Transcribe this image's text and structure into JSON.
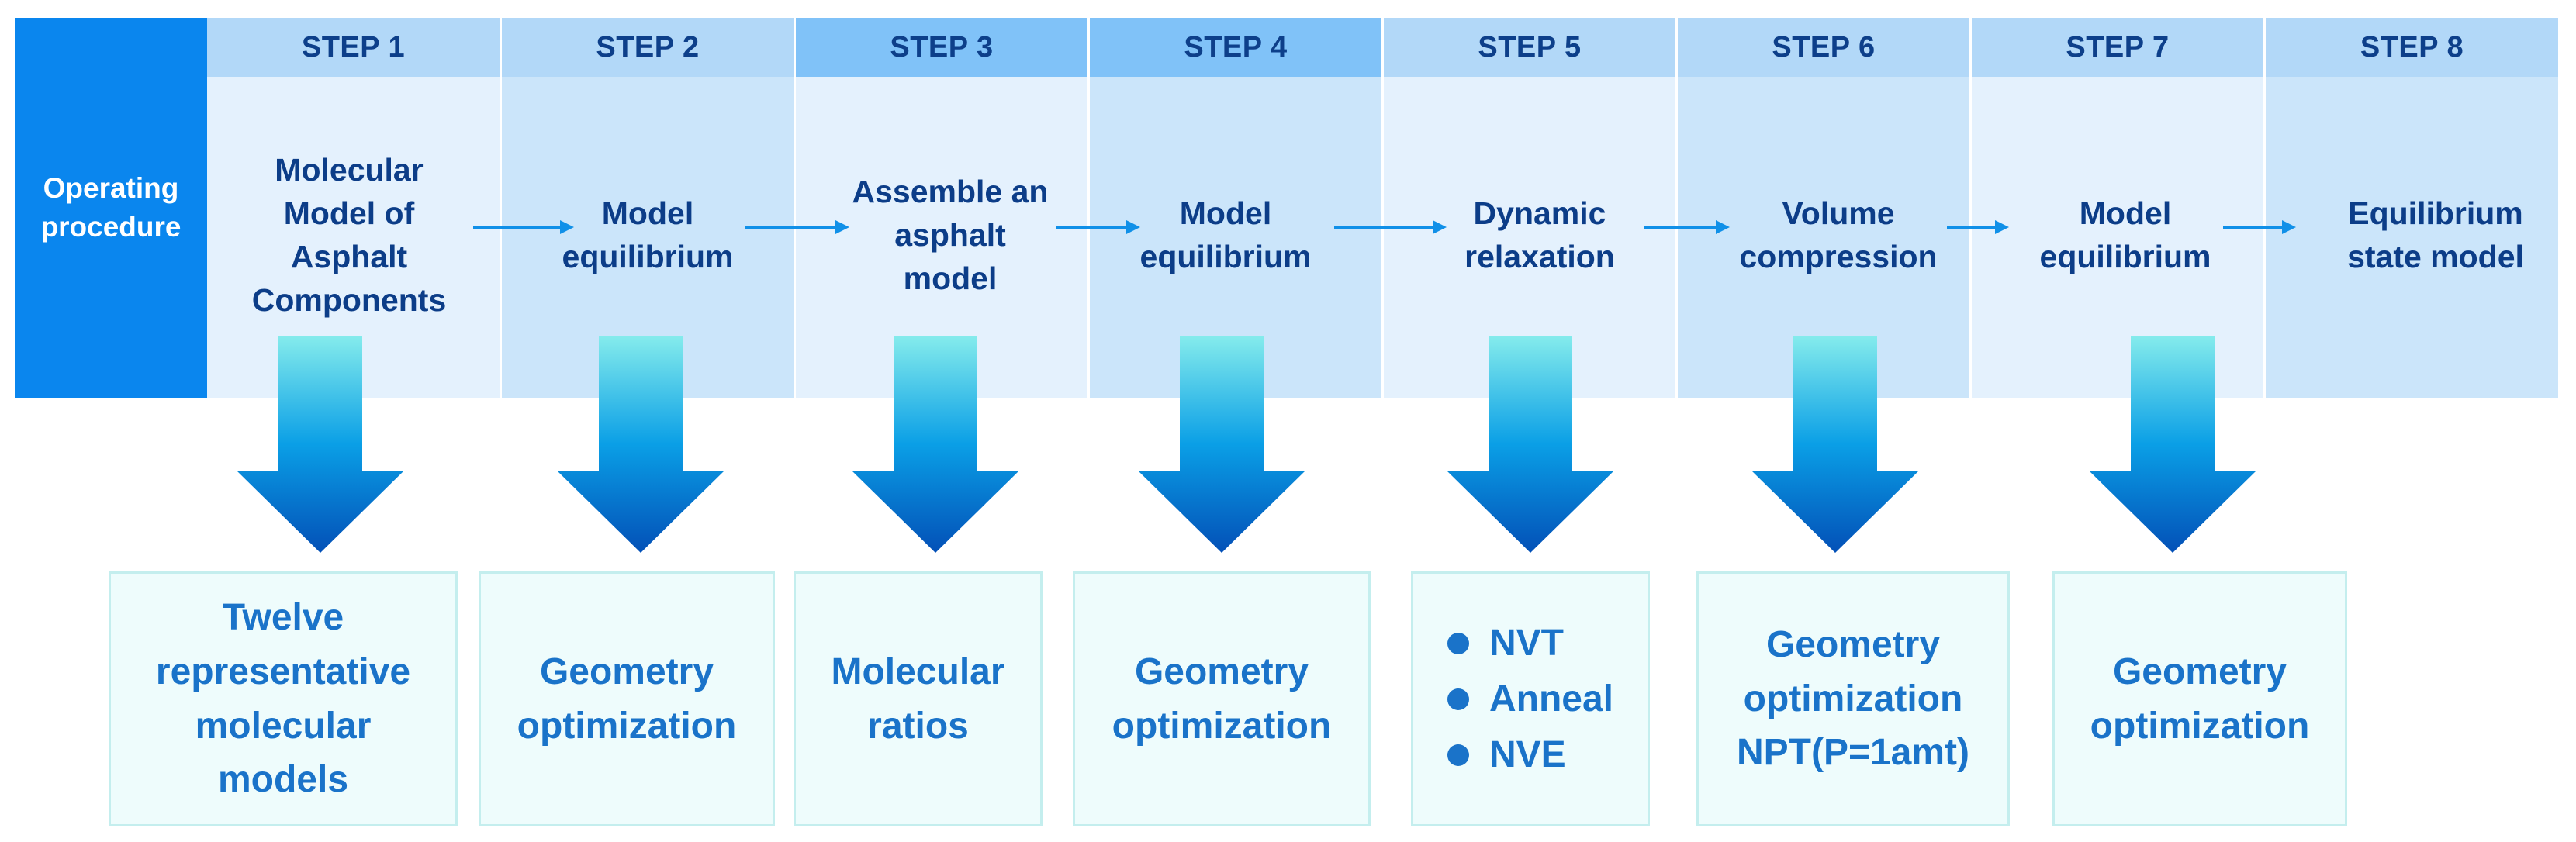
{
  "side_label": "Operating\nprocedure",
  "colors": {
    "side_bg": "#0a86ee",
    "header_bg_light": "#b2d8f8",
    "header_bg_dark": "#80c2f8",
    "cell_bg_light": "#e4f1fd",
    "cell_bg_dark": "#cbe5fa",
    "arrow_top": "#85ecec",
    "arrow_bottom": "#0350b7",
    "small_arrow": "#1090e8",
    "box_text": "#1a73c9"
  },
  "steps": [
    {
      "header": "STEP 1",
      "text": "Molecular\nModel of\nAsphalt\nComponents",
      "shade": "light",
      "header_shade": "light"
    },
    {
      "header": "STEP 2",
      "text": "Model\nequilibrium",
      "shade": "dark",
      "header_shade": "light"
    },
    {
      "header": "STEP 3",
      "text": "Assemble an\nasphalt\nmodel",
      "shade": "light",
      "header_shade": "dark"
    },
    {
      "header": "STEP 4",
      "text": "Model\nequilibrium",
      "shade": "dark",
      "header_shade": "dark"
    },
    {
      "header": "STEP 5",
      "text": "Dynamic\nrelaxation",
      "shade": "light",
      "header_shade": "light"
    },
    {
      "header": "STEP 6",
      "text": "Volume\ncompression",
      "shade": "dark",
      "header_shade": "light"
    },
    {
      "header": "STEP 7",
      "text": "Model\nequilibrium",
      "shade": "light",
      "header_shade": "light"
    },
    {
      "header": "STEP 8",
      "text": "Equilibrium\nstate model",
      "shade": "dark",
      "header_shade": "light"
    }
  ],
  "details": [
    {
      "step": 1,
      "text": "Twelve\nrepresentative\nmolecular\nmodels"
    },
    {
      "step": 2,
      "text": "Geometry\noptimization"
    },
    {
      "step": 3,
      "text": "Molecular\nratios"
    },
    {
      "step": 4,
      "text": "Geometry\noptimization"
    },
    {
      "step": 5,
      "items": [
        "NVT",
        "Anneal",
        "NVE"
      ]
    },
    {
      "step": 6,
      "text": "Geometry\noptimization\nNPT(P=1amt)"
    },
    {
      "step": 7,
      "text": "Geometry\noptimization"
    }
  ]
}
